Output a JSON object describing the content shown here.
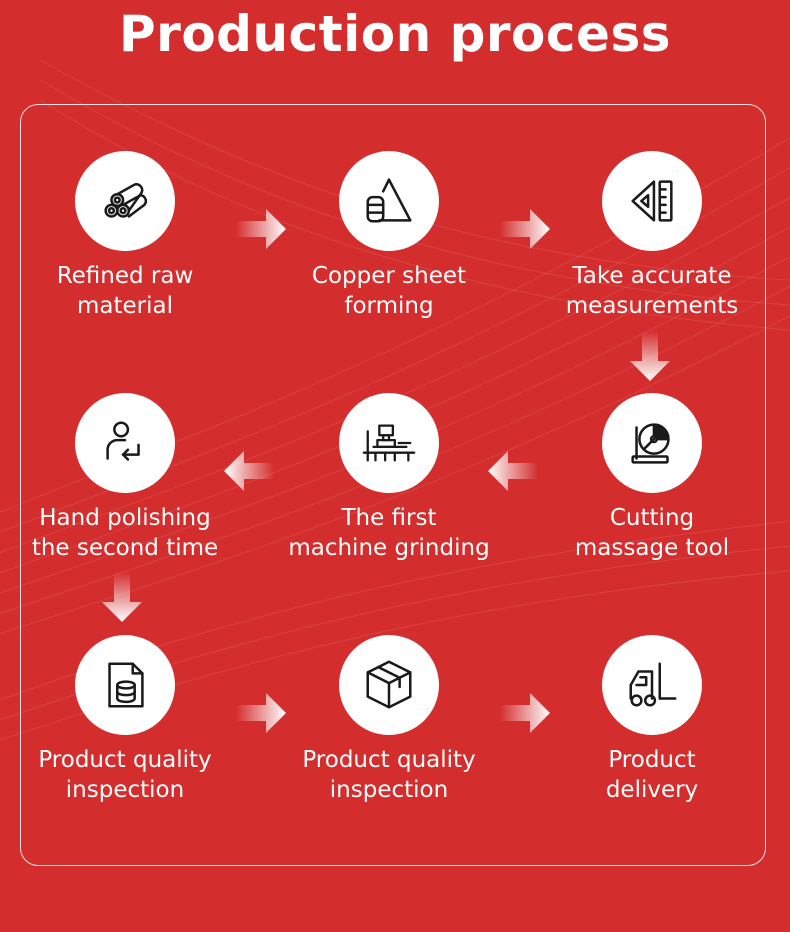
{
  "title": "Production process",
  "steps": [
    {
      "label_1": "Refined raw",
      "label_2": "material",
      "icon": "pipes-icon"
    },
    {
      "label_1": "Copper sheet",
      "label_2": "forming",
      "icon": "cone-barrel-icon"
    },
    {
      "label_1": "Take accurate",
      "label_2": "measurements",
      "icon": "ruler-triangle-icon"
    },
    {
      "label_1": "Cutting",
      "label_2": "massage tool",
      "icon": "circular-saw-icon"
    },
    {
      "label_1": "The first",
      "label_2": "machine grinding",
      "icon": "grinding-machine-icon"
    },
    {
      "label_1": "Hand polishing",
      "label_2": "the second time",
      "icon": "worker-return-icon"
    },
    {
      "label_1": "Product quality",
      "label_2": "inspection",
      "icon": "document-database-icon"
    },
    {
      "label_1": "Product quality",
      "label_2": "inspection",
      "icon": "box-icon"
    },
    {
      "label_1": "Product",
      "label_2": "delivery",
      "icon": "forklift-icon"
    }
  ],
  "colors": {
    "background": "#d42d2e",
    "icon": "#1a1a1a",
    "text": "#ffffff"
  }
}
